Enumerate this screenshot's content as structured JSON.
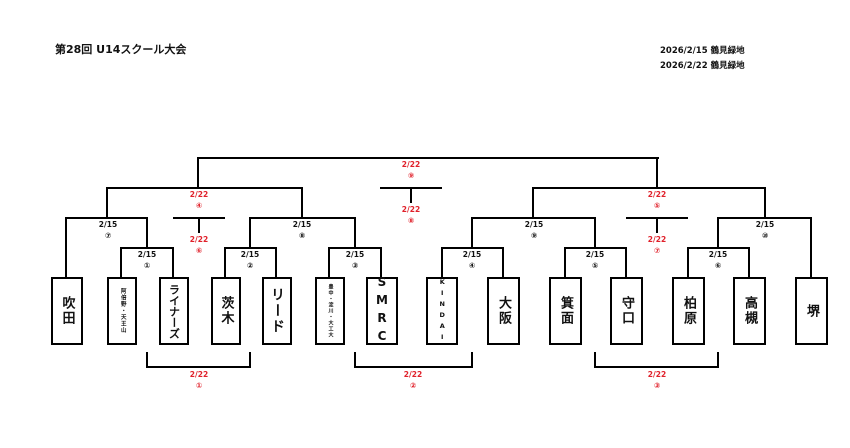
{
  "header": {
    "title": "第28回 U14スクール大会",
    "schedule": [
      "2026/2/15 鶴見緑地",
      "2026/2/22 鶴見緑地"
    ]
  },
  "teams": [
    "吹田",
    "阿倍野・天王山",
    "ライナーズ",
    "茨木",
    "リード",
    "豊中・淀川・大工大",
    "SMRC",
    "KINDAI",
    "大阪",
    "箕面",
    "守口",
    "柏原",
    "高槻",
    "堺"
  ],
  "matches": {
    "r1_1": {
      "date": "2/15",
      "no": "①"
    },
    "r1_2": {
      "date": "2/15",
      "no": "②"
    },
    "r1_3": {
      "date": "2/15",
      "no": "③"
    },
    "r1_4": {
      "date": "2/15",
      "no": "④"
    },
    "r1_5": {
      "date": "2/15",
      "no": "⑤"
    },
    "r1_6": {
      "date": "2/15",
      "no": "⑥"
    },
    "r2_7": {
      "date": "2/15",
      "no": "⑦"
    },
    "r2_8": {
      "date": "2/15",
      "no": "⑧"
    },
    "r2_9": {
      "date": "2/15",
      "no": "⑨"
    },
    "r2_10": {
      "date": "2/15",
      "no": "⑩"
    },
    "semi_l": {
      "date": "2/22",
      "no": "④"
    },
    "semi_r": {
      "date": "2/22",
      "no": "⑤"
    },
    "final": {
      "date": "2/22",
      "no": "⑨"
    },
    "third": {
      "date": "2/22",
      "no": "⑧"
    },
    "cons_l": {
      "date": "2/22",
      "no": "⑥"
    },
    "cons_r": {
      "date": "2/22",
      "no": "⑦"
    },
    "low_1": {
      "date": "2/22",
      "no": "①"
    },
    "low_2": {
      "date": "2/22",
      "no": "②"
    },
    "low_3": {
      "date": "2/22",
      "no": "③"
    }
  },
  "colors": {
    "line": "#000000",
    "red": "#e0202a"
  }
}
